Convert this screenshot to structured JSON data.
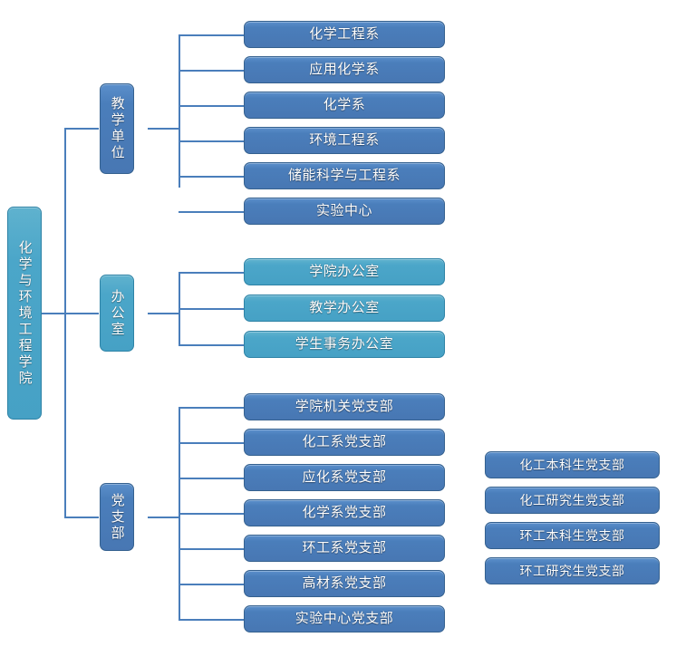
{
  "chart_type": "organizational-chart",
  "root": {
    "label": "化学与环境工程学院"
  },
  "colors": {
    "blue": "#4A7EBB",
    "teal": "#4BA6C9",
    "connector": "#4A7EBB",
    "text": "#FFFFFF",
    "background": "#FFFFFF"
  },
  "branches": [
    {
      "label": "教学单位",
      "style": "blue",
      "children": [
        {
          "label": "化学工程系"
        },
        {
          "label": "应用化学系"
        },
        {
          "label": "化学系"
        },
        {
          "label": "环境工程系"
        },
        {
          "label": "储能科学与工程系"
        },
        {
          "label": "实验中心"
        }
      ]
    },
    {
      "label": "办公室",
      "style": "teal",
      "children": [
        {
          "label": "学院办公室"
        },
        {
          "label": "教学办公室"
        },
        {
          "label": "学生事务办公室"
        }
      ]
    },
    {
      "label": "党支部",
      "style": "blue",
      "children": [
        {
          "label": "学院机关党支部"
        },
        {
          "label": "化工系党支部"
        },
        {
          "label": "应化系党支部"
        },
        {
          "label": "化学系党支部"
        },
        {
          "label": "环工系党支部"
        },
        {
          "label": "高材系党支部"
        },
        {
          "label": "实验中心党支部"
        }
      ]
    }
  ],
  "side_group": {
    "items": [
      {
        "label": "化工本科生党支部"
      },
      {
        "label": "化工研究生党支部"
      },
      {
        "label": "环工本科生党支部"
      },
      {
        "label": "环工研究生党支部"
      }
    ]
  }
}
